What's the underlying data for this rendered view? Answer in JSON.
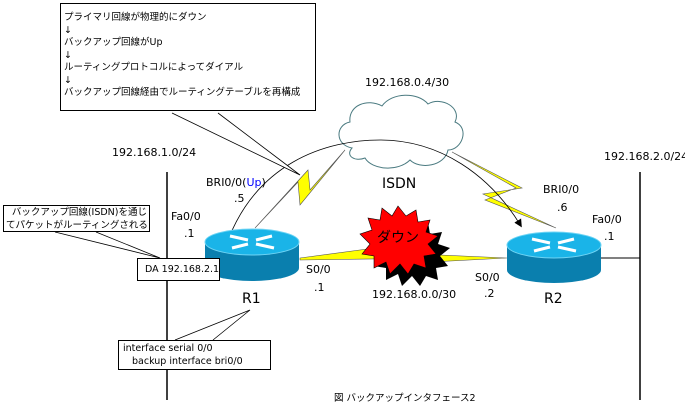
{
  "callout_top": {
    "lines": [
      "プライマリ回線が物理的にダウン",
      "↓",
      "バックアップ回線がUp",
      "↓",
      "ルーティングプロトコルによってダイアル",
      "↓",
      "バックアップ回線経由でルーティングテーブルを再構成"
    ]
  },
  "callout_left": {
    "line1": "バックアップ回線(ISDN)を通じ",
    "line2": "てパケットがルーティングされる"
  },
  "packet_box": "DA 192.168.2.1",
  "config_box": {
    "line1": "interface serial 0/0",
    "line2": "backup interface bri0/0"
  },
  "networks": {
    "lan1": "192.168.1.0/24",
    "lan2": "192.168.2.0/24",
    "isdn": "192.168.0.4/30",
    "serial": "192.168.0.0/30"
  },
  "isdn_label": "ISDN",
  "down_label": "ダウン",
  "r1": {
    "name": "R1",
    "bri": "BRI0/0(",
    "bri_status": "Up",
    "bri_close": ")",
    "bri_ip": ".5",
    "fa": "Fa0/0",
    "fa_ip": ".1",
    "s": "S0/0",
    "s_ip": ".1"
  },
  "r2": {
    "name": "R2",
    "bri": "BRI0/0",
    "bri_ip": ".6",
    "fa": "Fa0/0",
    "fa_ip": ".1",
    "s": "S0/0",
    "s_ip": ".2"
  },
  "caption": "図 バックアップインタフェース2",
  "colors": {
    "router": "#0a7fae",
    "router_top": "#1ab4e8",
    "lightning": "#ffff00",
    "burst": "#ff0000",
    "status_up": "#0000ff"
  }
}
